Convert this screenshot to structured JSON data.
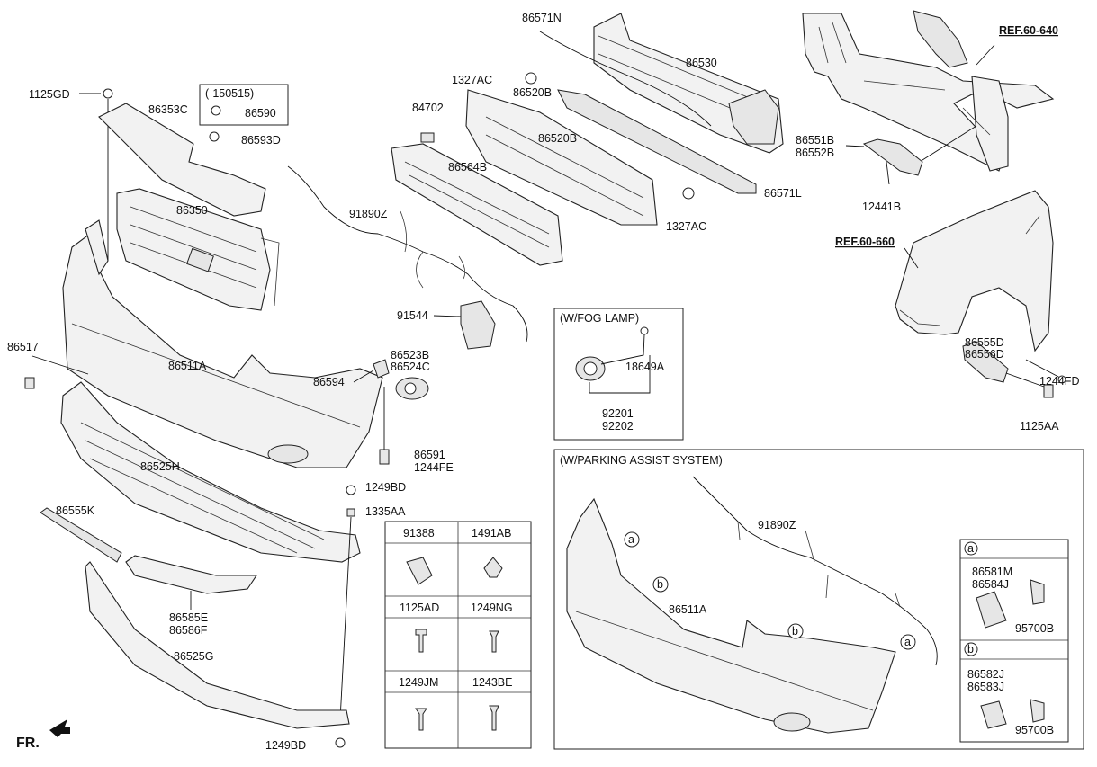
{
  "labels": {
    "p1125GD_top": "1125GD",
    "p150515": "(-150515)",
    "p86590": "86590",
    "p86353C": "86353C",
    "p86593D": "86593D",
    "p86350": "86350",
    "p86511A": "86511A",
    "p86517": "86517",
    "p86594": "86594",
    "p86523B": "86523B",
    "p86524C": "86524C",
    "p91544": "91544",
    "p91890Z": "91890Z",
    "p84702": "84702",
    "p86564B": "86564B",
    "p86520B_mid": "86520B",
    "p86520B_top": "86520B",
    "p1327AC_top": "1327AC",
    "p1327AC_bot": "1327AC",
    "p86571N": "86571N",
    "p86530": "86530",
    "p86571L": "86571L",
    "pREF60640": "REF.60-640",
    "p86551B": "86551B",
    "p86552B": "86552B",
    "p12441B": "12441B",
    "pREF60660": "REF.60-660",
    "p86555D": "86555D",
    "p86556D": "86556D",
    "p1244FD": "1244FD",
    "p1125AA": "1125AA",
    "p86591": "86591",
    "p1244FE": "1244FE",
    "p86525H": "86525H",
    "p1249BD_mid": "1249BD",
    "p1335AA": "1335AA",
    "p86555K": "86555K",
    "p86585E": "86585E",
    "p86586F": "86586F",
    "p86525G": "86525G",
    "p1249BD_bot": "1249BD",
    "fr": "FR."
  },
  "fog_lamp_box": {
    "title": "(W/FOG LAMP)",
    "p18649A": "18649A",
    "p92201": "92201",
    "p92202": "92202"
  },
  "parking_box": {
    "title": "(W/PARKING ASSIST SYSTEM)",
    "p91890Z": "91890Z",
    "p86511A": "86511A",
    "callout_a": "a",
    "callout_b": "b",
    "sub_a": {
      "key": "a",
      "p1": "86581M",
      "p2": "86584J",
      "p3": "95700B"
    },
    "sub_b": {
      "key": "b",
      "p1": "86582J",
      "p2": "86583J",
      "p3": "95700B"
    }
  },
  "fastener_table": {
    "cells": [
      "91388",
      "1491AB",
      "1125AD",
      "1249NG",
      "1249JM",
      "1243BE"
    ]
  }
}
